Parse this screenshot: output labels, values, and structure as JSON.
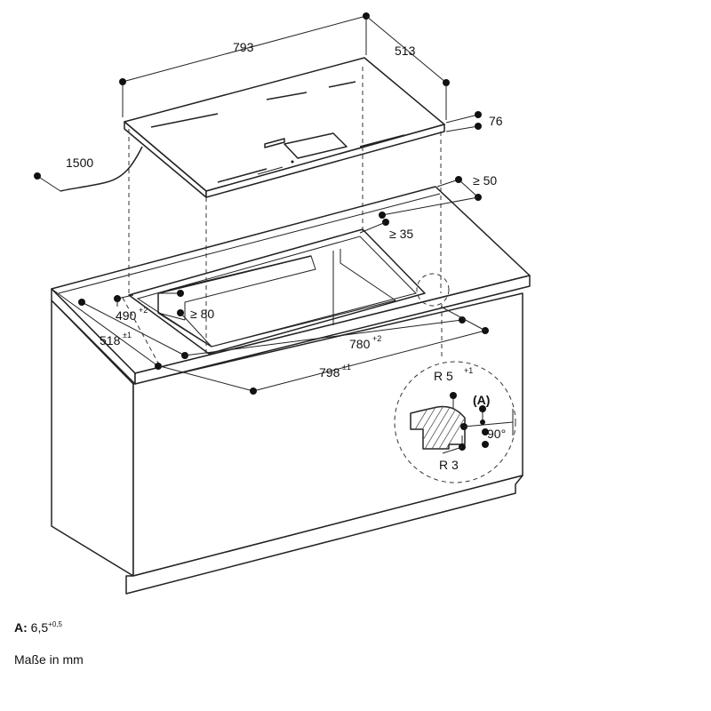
{
  "dimensions": {
    "width": "793",
    "depth": "513",
    "height": "76",
    "cable": "1500",
    "rear_clearance": "≥ 50",
    "side_clearance": "≥ 35",
    "front_clearance": "≥ 80",
    "cutout_depth": "490",
    "cutout_depth_tol": "+2",
    "outer_depth": "518",
    "outer_depth_tol": "±1",
    "cutout_width": "780",
    "cutout_width_tol": "+2",
    "outer_width": "798",
    "outer_width_tol": "±1",
    "detail_radius_top": "R 5",
    "detail_radius_top_tol": "+1",
    "detail_a": "(A)",
    "detail_angle": "90°",
    "detail_radius_bottom": "R 3"
  },
  "legend": {
    "a_label": "A:",
    "a_value": "6,5",
    "a_tol": "+0,5",
    "units": "Maße in mm"
  }
}
